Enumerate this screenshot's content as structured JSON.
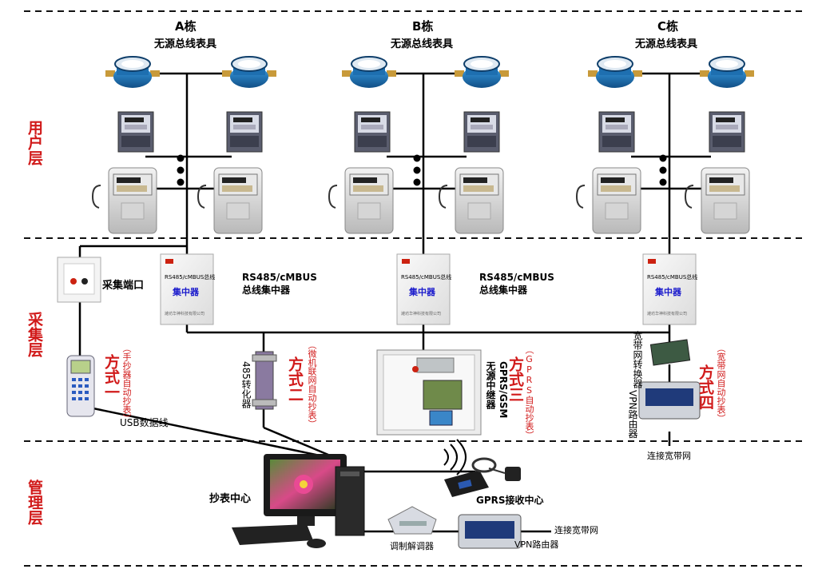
{
  "layers": {
    "user": "用户层",
    "collect": "采集层",
    "manage": "管理层"
  },
  "buildings": [
    {
      "name": "A栋",
      "subtitle": "无源总线表具"
    },
    {
      "name": "B栋",
      "subtitle": "无源总线表具"
    },
    {
      "name": "C栋",
      "subtitle": "无源总线表具"
    }
  ],
  "concentrator": {
    "title": "RS485/cMBUS总线",
    "label": "集中器",
    "maker": "潍坊华神科技有限公司"
  },
  "bus_labels": [
    {
      "line1": "RS485/cMBUS",
      "line2": "总线集中器"
    },
    {
      "line1": "RS485/cMBUS",
      "line2": "总线集中器"
    }
  ],
  "collect_port": "采集端口",
  "modes": [
    {
      "name": "方式一",
      "desc": "（手抄器自动抄表）"
    },
    {
      "name": "方式二",
      "desc": "（微机联网自动抄表）"
    },
    {
      "name": "方式三",
      "desc": "（GPRS自动抄表）"
    },
    {
      "name": "方式四",
      "desc": "（宽带网自动抄表）"
    }
  ],
  "devices": {
    "usb_cable": "USB数据线",
    "converter_485": "485转化器",
    "gprs_relay": "GPRS/GSM\n无源中继器",
    "broadband_converter": "宽带网转换器",
    "vpn_router_top": "VPN路由器",
    "connect_broadband_top": "连接宽带网",
    "meter_center": "抄表中心",
    "gprs_receiver": "GPRS接收中心",
    "modem": "调制解调器",
    "vpn_router_bottom": "VPN路由器",
    "connect_broadband_bottom": "连接宽带网"
  },
  "colors": {
    "accent": "#d11a1a",
    "concentrator_label": "#1a1acc",
    "water_meter": "#1e7fc4"
  }
}
